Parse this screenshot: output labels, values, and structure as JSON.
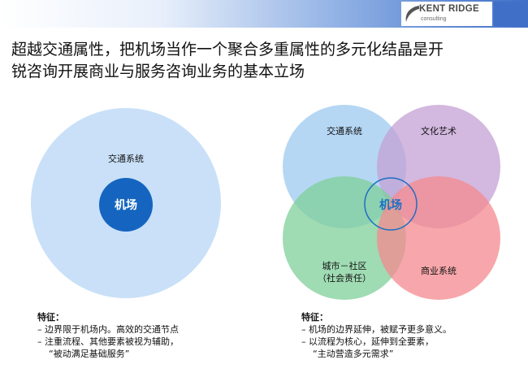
{
  "header": {
    "logo": {
      "name": "KENT RIDGE",
      "tagline": "consulting"
    }
  },
  "title": {
    "line1": "超越交通属性，把机场当作一个聚合多重属性的多元化结晶是开",
    "line2": "锐咨询开展商业与服务咨询业务的基本立场"
  },
  "left_diagram": {
    "outer_label": "交通系统",
    "center_label": "机场",
    "colors": {
      "outer": "#c9e0f8",
      "inner": "#1565c0"
    }
  },
  "right_diagram": {
    "circles": [
      {
        "label": "交通系统",
        "color": "#9cc9f0"
      },
      {
        "label": "文化艺术",
        "color": "#c4a0d4"
      },
      {
        "label": "城市－社区",
        "sublabel": "（社会责任）",
        "color": "#7fcf9a"
      },
      {
        "label": "商业系统",
        "color": "#f48a8f"
      }
    ],
    "center_label": "机场",
    "center_color": "#1a6fc4"
  },
  "left_features": {
    "heading": "特征：",
    "items": [
      "–  边界限于机场内。高效的交通节点",
      "–  注重流程、其他要素被视为辅助，",
      "“被动满足基础服务”"
    ]
  },
  "right_features": {
    "heading": "特征：",
    "items": [
      "–  机场的边界延伸，被赋予更多意义。",
      "–  以流程为核心，延伸到全要素，",
      "“主动营造多元需求”"
    ]
  }
}
